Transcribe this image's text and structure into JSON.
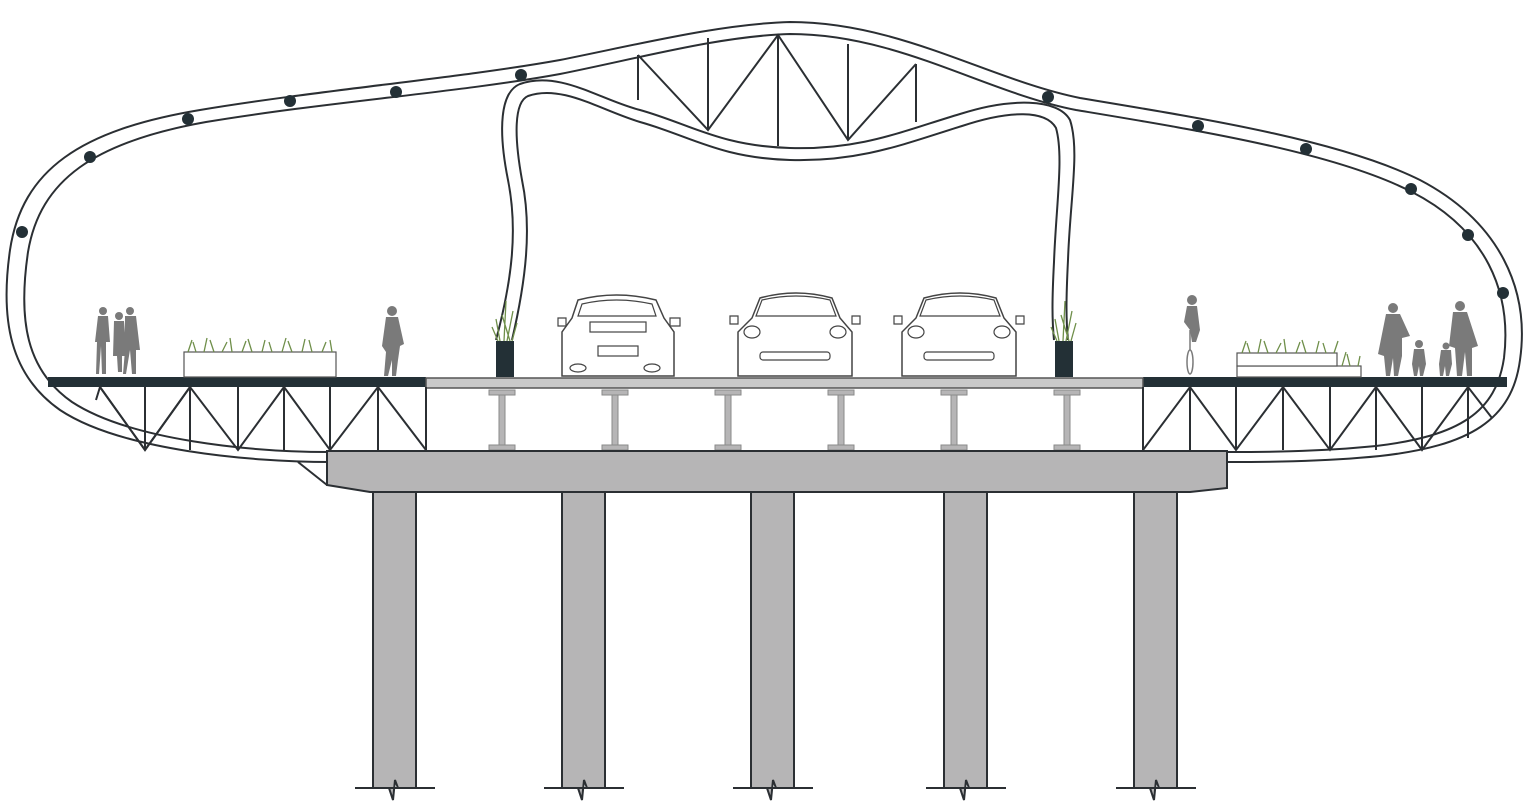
{
  "diagram": {
    "description_visible_text": "",
    "colors": {
      "structure_dark": "#233036",
      "concrete": "#b6b5b6",
      "people": "#7a7a7a",
      "vegetation": "#6f8f4a",
      "background": "#ffffff"
    },
    "elements": {
      "canopy": "tube-canopy",
      "lights_count": 12,
      "cars_count": 3,
      "girders_count": 6,
      "columns_count": 5,
      "people_groups": [
        "couple-left",
        "walker-left",
        "cyclist-right",
        "family-right"
      ],
      "planters": [
        "left-planter",
        "right-planter",
        "tall-planter-left",
        "tall-planter-right"
      ]
    }
  }
}
